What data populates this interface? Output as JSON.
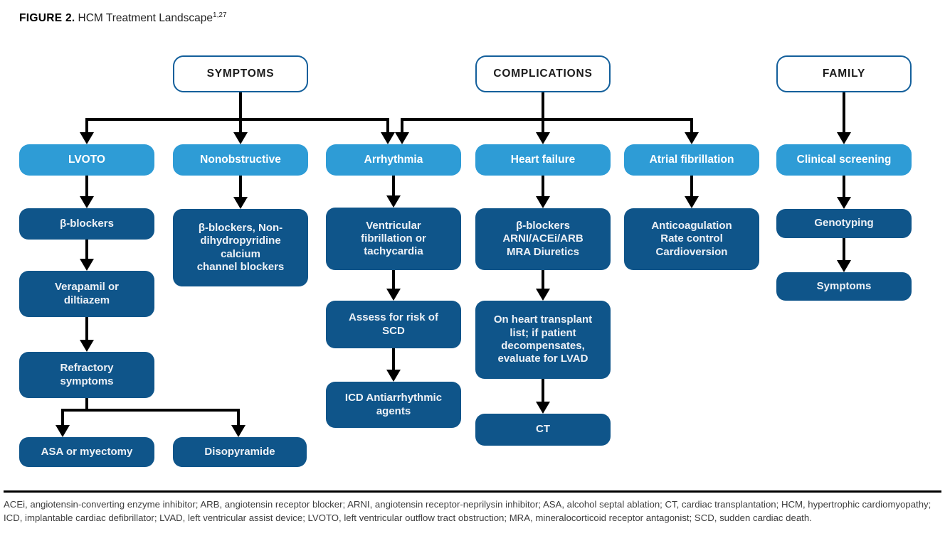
{
  "title": {
    "prefix": "FIGURE 2.",
    "main": "HCM Treatment Landscape",
    "superscript": "1,27"
  },
  "colors": {
    "light_blue": "#2E9CD6",
    "dark_blue": "#0F558A",
    "header_border_blue": "#135F9B",
    "connector": "#000000",
    "footnote_text": "#3D3D3D"
  },
  "nodes": {
    "symptoms_header": {
      "label": "SYMPTOMS"
    },
    "complications_header": {
      "label": "COMPLICATIONS"
    },
    "family_header": {
      "label": "FAMILY"
    },
    "lvoto": {
      "label": "LVOTO"
    },
    "nonobstructive": {
      "label": "Nonobstructive"
    },
    "arrhythmia": {
      "label": "Arrhythmia"
    },
    "heart_failure": {
      "label": "Heart failure"
    },
    "atrial_fibrillation": {
      "label": "Atrial fibrillation"
    },
    "clinical_screening": {
      "label": "Clinical screening"
    },
    "beta_blockers": {
      "label": "β-blockers"
    },
    "verapamil": {
      "label": "Verapamil or\ndiltiazem"
    },
    "refractory": {
      "label": "Refractory\nsymptoms"
    },
    "asa_or_myectomy": {
      "label": "ASA or myectomy"
    },
    "disopyramide": {
      "label": "Disopyramide"
    },
    "nondihydropyridine": {
      "label": "β-blockers, Non-\ndihydropyridine\ncalcium\nchannel blockers"
    },
    "ventricular_fibrillation": {
      "label": "Ventricular\nfibrillation or\ntachycardia"
    },
    "assess_scd": {
      "label": "Assess for risk of\nSCD"
    },
    "icd_antiarrhythmic": {
      "label": "ICD Antiarrhythmic\nagents"
    },
    "hf_medications": {
      "label": "β-blockers\nARNI/ACEi/ARB\nMRA Diuretics"
    },
    "heart_transplant": {
      "label": "On heart transplant\nlist; if patient\ndecompensates,\nevaluate for LVAD"
    },
    "ct": {
      "label": "CT"
    },
    "af_treatment": {
      "label": "Anticoagulation\nRate control\nCardioversion"
    },
    "genotyping": {
      "label": "Genotyping"
    },
    "symptoms_outcome": {
      "label": "Symptoms"
    }
  },
  "footnote": "ACEi, angiotensin-converting enzyme inhibitor; ARB, angiotensin receptor blocker; ARNI, angiotensin receptor-neprilysin inhibitor; ASA, alcohol septal ablation; CT, cardiac transplantation; HCM, hypertrophic cardiomyopathy; ICD, implantable cardiac defibrillator; LVAD, left ventricular assist device; LVOTO, left ventricular outflow tract obstruction; MRA, mineralocorticoid receptor antagonist; SCD, sudden cardiac death."
}
